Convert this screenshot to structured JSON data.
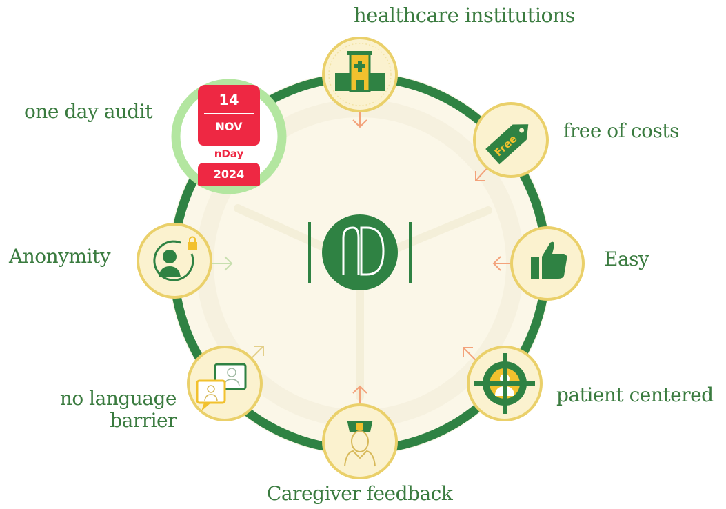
{
  "center_logo": {
    "name": "logo-mark"
  },
  "nodes": [
    {
      "label": "healthcare institutions",
      "icon": "hospital-icon"
    },
    {
      "label": "free of costs",
      "icon": "price-tag-icon",
      "tag_text": "Free"
    },
    {
      "label": "Easy",
      "icon": "thumbs-up-icon"
    },
    {
      "label": "patient centered",
      "icon": "target-person-icon"
    },
    {
      "label": "Caregiver feedback",
      "icon": "nurse-icon"
    },
    {
      "label": "no language",
      "label2": "barrier",
      "icon": "video-call-icon"
    },
    {
      "label": "Anonymity",
      "icon": "anonymous-user-lock-icon"
    },
    {
      "label": "one day audit",
      "icon": "calendar-icon"
    }
  ],
  "calendar": {
    "day": "14",
    "month": "NOV",
    "brand": "nDay",
    "year": "2024"
  },
  "colors": {
    "ring": "#2f8243",
    "label": "#3a7b3f",
    "node_fill": "#fbf2cf",
    "node_stroke": "#ead06a",
    "arrow": "#f3a27a",
    "calendar_red": "#ee2843",
    "calendar_ring": "#b3e6a0"
  }
}
